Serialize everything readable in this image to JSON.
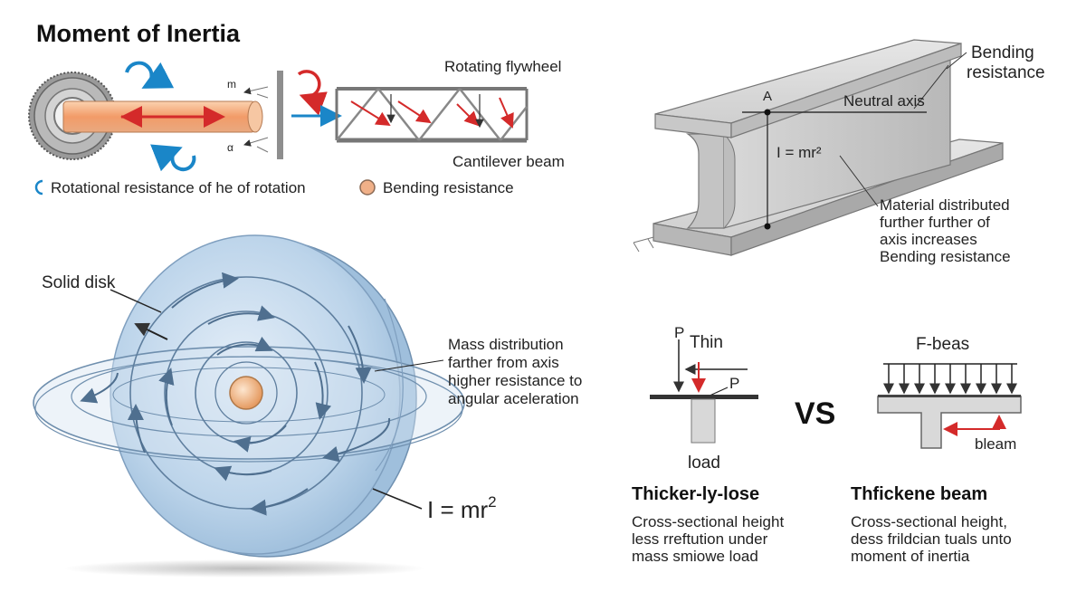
{
  "title": "Moment of Inertia",
  "top_left": {
    "label_m": "m",
    "label_alpha": "α",
    "flywheel_label": "Rotating flywheel",
    "cantilever_label": "Cantilever beam",
    "legend_rotational": "Rotational resistance of he of rotation",
    "legend_bending": "Bending resistance"
  },
  "ibeam": {
    "bending_line1": "Bending",
    "bending_line2": "resistance",
    "label_a": "A",
    "neutral_axis": "Neutral axis",
    "formula": "I = mr²",
    "note_line1": "Material distributed",
    "note_line2": "further further of",
    "note_line3": "axis increases",
    "note_line4": "Bending resistance"
  },
  "disk": {
    "solid_disk": "Solid disk",
    "mass_line1": "Mass distribution",
    "mass_line2": "farther from axis",
    "mass_line3": "higher resistance to",
    "mass_line4": "angular aceleration",
    "formula_main": "I = mr",
    "formula_exp": "2"
  },
  "comparison": {
    "thin_p": "P",
    "thin_label": "Thin",
    "thin_p2": "P",
    "load_label": "load",
    "vs": "VS",
    "fbeam_label": "F-beas",
    "bleam_label": "bleam",
    "left_head": "Thicker-ly-lose",
    "left_line1": "Cross-sectional height",
    "left_line2": "less rreftution under",
    "left_line3": "mass smiowe load",
    "right_head": "Thfickene beam",
    "right_line1": "Cross-sectional height,",
    "right_line2": "dess frildcian tuals unto",
    "right_line3": "moment of inertia"
  },
  "colors": {
    "blue": "#1a86c8",
    "red": "#d42a2a",
    "rod_orange": "#f0a070",
    "disk_blue": "#bcd4ea",
    "steel": "#c9c9c9"
  }
}
